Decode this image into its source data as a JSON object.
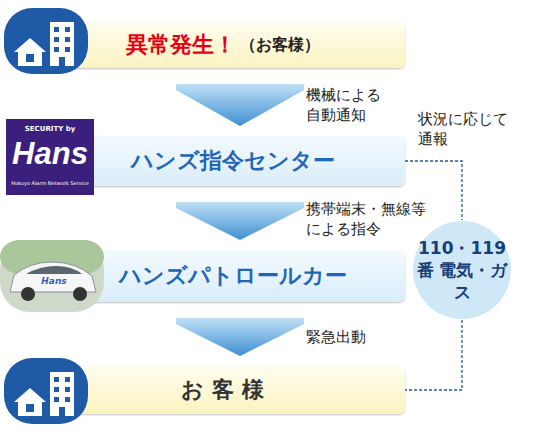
{
  "diagram": {
    "nodes": [
      {
        "text": [
          "異常発生！",
          "（お客様）"
        ]
      },
      {
        "text": [
          "ハンズ指令センター"
        ]
      },
      {
        "text": [
          "ハンズパトロールカー"
        ]
      },
      {
        "text": [
          "お 客 様"
        ]
      },
      {
        "text": [
          "110・119番 電気・ガス"
        ]
      }
    ],
    "edges": [
      {
        "from": 0,
        "to": 1,
        "label": "機械による自動通知",
        "arrow": "to"
      },
      {
        "from": 1,
        "to": 2,
        "label": "携帯端末・無線等による指令",
        "arrow": "to"
      },
      {
        "from": 2,
        "to": 3,
        "label": "緊急出動",
        "arrow": "to"
      },
      {
        "from": 1,
        "to": 4,
        "label": "状況に応じて通報",
        "arrow": "none"
      },
      {
        "from": 4,
        "to": 3,
        "arrow": "none"
      }
    ],
    "labels": [
      "SECURITY by",
      "Hans",
      "Hokuyo Alarm Network Service",
      "Hans"
    ]
  }
}
